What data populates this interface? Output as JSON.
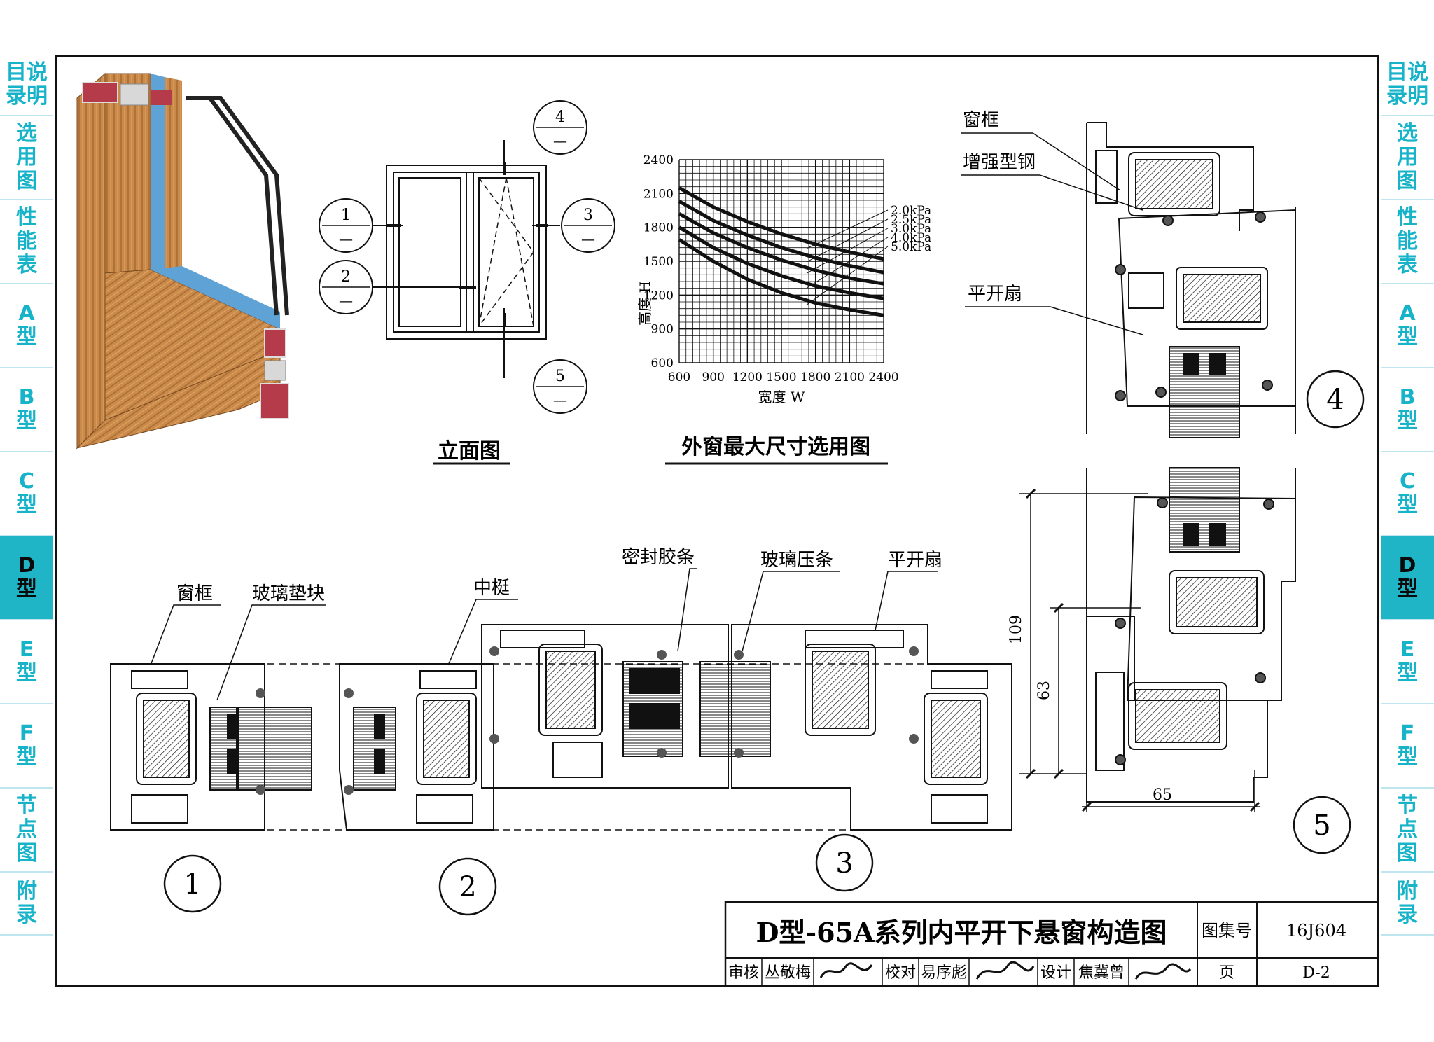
{
  "side_tabs": [
    {
      "label": "目说\n录明",
      "active": false
    },
    {
      "label": "选\n用\n图",
      "active": false
    },
    {
      "label": "性\n能\n表",
      "active": false
    },
    {
      "label": "A\n型",
      "active": false
    },
    {
      "label": "B\n型",
      "active": false
    },
    {
      "label": "C\n型",
      "active": false
    },
    {
      "label": "D\n型",
      "active": true
    },
    {
      "label": "E\n型",
      "active": false
    },
    {
      "label": "F\n型",
      "active": false
    },
    {
      "label": "节\n点\n图",
      "active": false
    },
    {
      "label": "附\n录",
      "active": false
    }
  ],
  "elevation": {
    "title": "立面图",
    "callouts": [
      {
        "num": "1",
        "sub": "—"
      },
      {
        "num": "2",
        "sub": "—"
      },
      {
        "num": "3",
        "sub": "—"
      },
      {
        "num": "4",
        "sub": "—"
      },
      {
        "num": "5",
        "sub": "—"
      }
    ]
  },
  "selection_chart": {
    "title": "外窗最大尺寸选用图",
    "ylabel": "高度 H",
    "xlabel": "宽度 W"
  },
  "chart_data": {
    "type": "line",
    "title": "外窗最大尺寸选用图",
    "xlabel": "宽度 W",
    "ylabel": "高度 H",
    "xlim": [
      600,
      2400
    ],
    "ylim": [
      600,
      2400
    ],
    "x_ticks": [
      600,
      900,
      1200,
      1500,
      1800,
      2100,
      2400
    ],
    "y_ticks": [
      600,
      900,
      1200,
      1500,
      1800,
      2100,
      2400
    ],
    "grid": true,
    "x": [
      600,
      900,
      1200,
      1500,
      1800,
      2100,
      2400
    ],
    "series": [
      {
        "name": "2.0kPa",
        "values": [
          2150,
          1980,
          1850,
          1740,
          1650,
          1580,
          1520
        ]
      },
      {
        "name": "2.5kPa",
        "values": [
          2030,
          1860,
          1730,
          1620,
          1530,
          1460,
          1400
        ]
      },
      {
        "name": "3.0kPa",
        "values": [
          1920,
          1750,
          1620,
          1510,
          1420,
          1350,
          1300
        ]
      },
      {
        "name": "4.0kPa",
        "values": [
          1800,
          1620,
          1480,
          1370,
          1280,
          1220,
          1170
        ]
      },
      {
        "name": "5.0kPa",
        "values": [
          1690,
          1500,
          1340,
          1220,
          1130,
          1070,
          1020
        ]
      }
    ],
    "legend_labels": [
      "2.0kPa",
      "2.5kPa",
      "3.0kPa",
      "4.0kPa",
      "5.0kPa"
    ]
  },
  "section_labels": {
    "frame": "窗框",
    "steel": "增强型钢",
    "sash": "平开扇",
    "glass_block": "玻璃垫块",
    "mullion": "中梃",
    "seal": "密封胶条",
    "bead": "玻璃压条"
  },
  "section_nums": [
    "1",
    "2",
    "3",
    "4",
    "5"
  ],
  "dimensions": {
    "d109": "109",
    "d63": "63",
    "d65": "65"
  },
  "title_block": {
    "title": "D型-65A系列内平开下悬窗构造图",
    "atlas_label": "图集号",
    "atlas_no": "16J604",
    "page_label": "页",
    "page_no": "D-2",
    "review_label": "审核",
    "reviewer": "丛敬梅",
    "check_label": "校对",
    "checker": "易序彪",
    "design_label": "设计",
    "designer": "焦冀曾"
  },
  "colors": {
    "accent": "#1fb5c6",
    "ink": "#111111",
    "wood": "#c98a4a",
    "profile_red": "#b53a4a",
    "glass_blue": "#4a90c8"
  }
}
